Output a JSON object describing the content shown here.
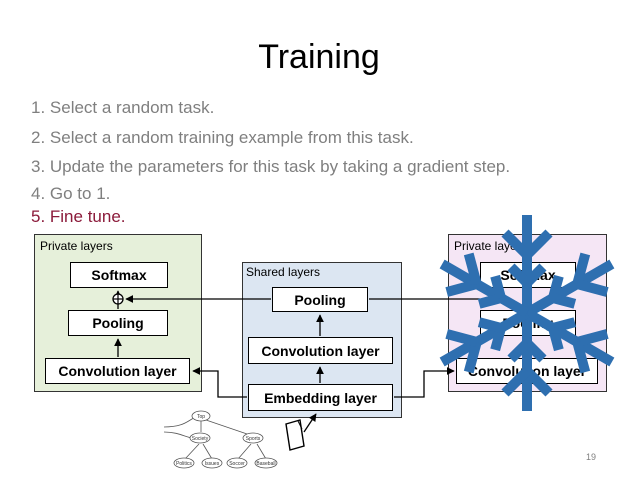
{
  "slide": {
    "title": "Training",
    "steps": [
      "1. Select a random task.",
      "2. Select a random training example from this task.",
      "3. Update the parameters for this task by taking a gradient step.",
      "4. Go to 1.",
      "5. Fine tune."
    ],
    "page_number": "19"
  },
  "left_panel": {
    "label": "Private layers",
    "softmax": "Softmax",
    "pooling": "Pooling",
    "conv": "Convolution layer"
  },
  "shared_panel": {
    "label": "Shared layers",
    "pooling": "Pooling",
    "conv": "Convolution layer",
    "embedding": "Embedding layer"
  },
  "right_panel": {
    "label": "Private layers",
    "softmax": "Softmax",
    "pooling": "Pooling",
    "conv": "Convolution layer"
  },
  "parse_tree": [
    "Top",
    "Society",
    "Sports",
    "Politics",
    "Issues",
    "Soccer",
    "Baseball"
  ],
  "colors": {
    "left_panel_bg": "#e6f0da",
    "shared_panel_bg": "#dce6f2",
    "right_panel_bg": "#f5e6f5",
    "snowflake": "#2e6fb0",
    "step_text": "#7f7f7f",
    "active_step": "#8b1a3a"
  },
  "icons": [
    "snowflake-icon",
    "document-icon",
    "sum-node-icon",
    "parse-tree-icon"
  ]
}
